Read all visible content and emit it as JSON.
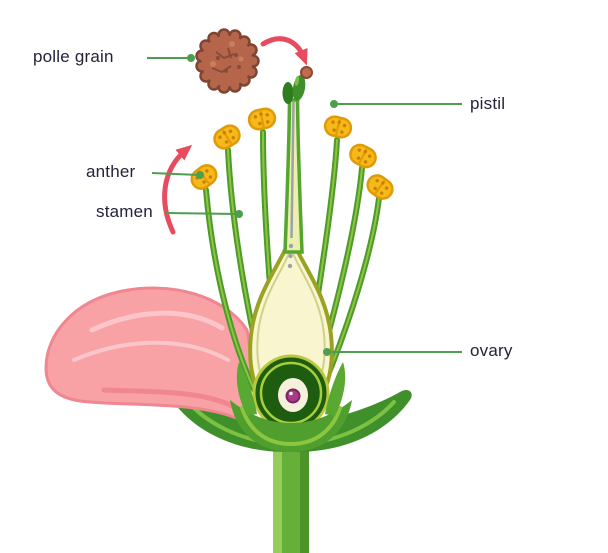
{
  "diagram": {
    "labels": {
      "pollen_grain": "polle grain",
      "pistil": "pistil",
      "anther": "anther",
      "stamen": "stamen",
      "ovary": "ovary"
    },
    "colors": {
      "label_text": "#23233a",
      "leader_line": "#4f9e50",
      "arrow_red": "#e84b5f",
      "petal_pink": "#f8a2a6",
      "anther_yellow": "#f7b819",
      "pollen_brown": "#b5654a",
      "stem_green": "#66b03a",
      "sepal_green": "#3f8f2b",
      "ovary_fill": "#f9f5cf",
      "ovule_magenta": "#a93a87"
    }
  }
}
